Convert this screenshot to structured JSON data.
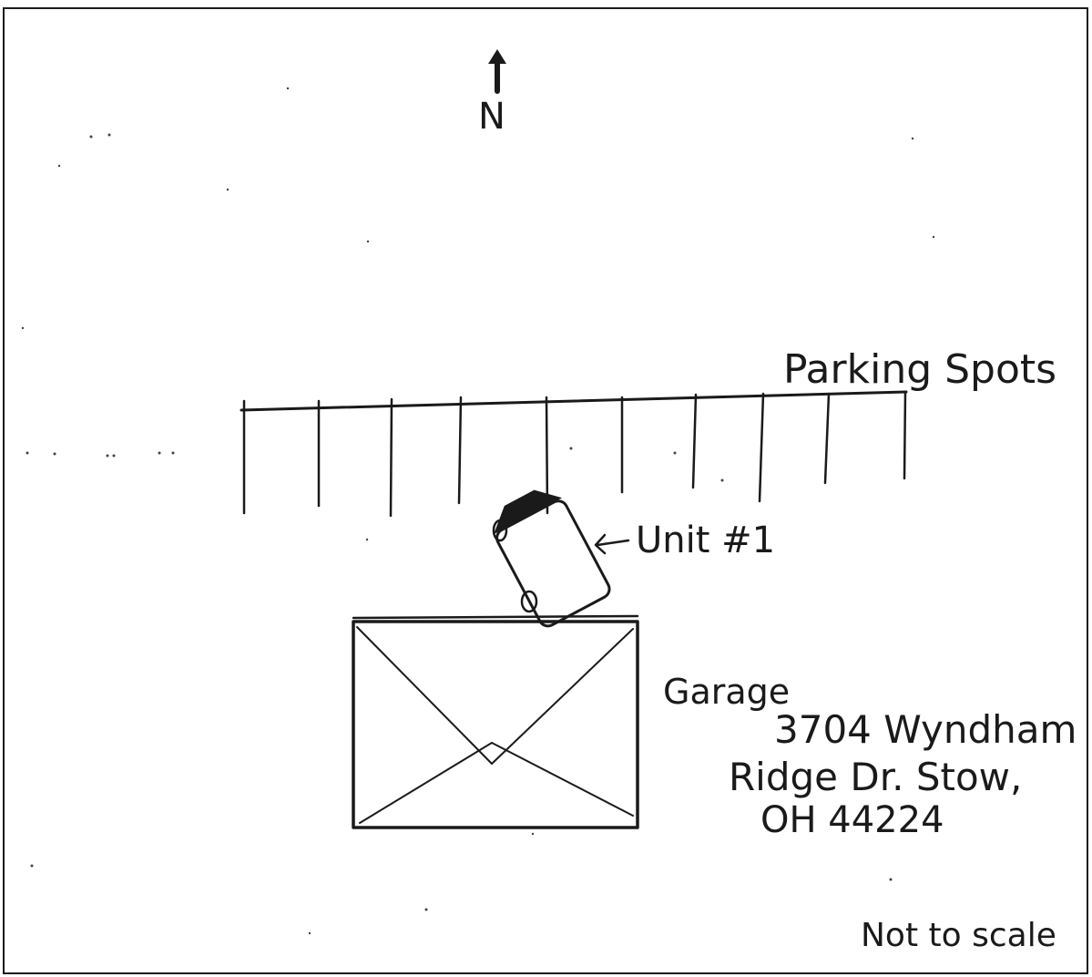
{
  "diagram": {
    "north_marker": {
      "letter": "N",
      "arrow": "north-arrow-icon"
    },
    "labels": {
      "parking": "Parking Spots",
      "unit": "Unit #1",
      "garage": "Garage",
      "address_line1": "3704 Wyndham",
      "address_line2": "Ridge Dr. Stow,",
      "address_line3": "OH 44224",
      "scale_note": "Not to scale"
    },
    "parking_spot_dividers": 10,
    "colors": {
      "ink": "#1a1a1a",
      "paper": "#ffffff"
    }
  }
}
